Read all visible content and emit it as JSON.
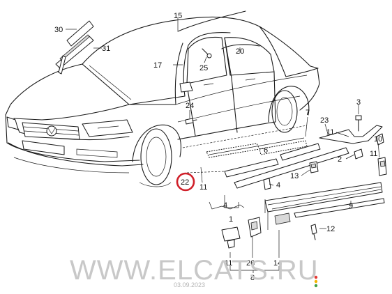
{
  "callouts": [
    {
      "id": "c30",
      "text": "30"
    },
    {
      "id": "c31",
      "text": "31"
    },
    {
      "id": "c15",
      "text": "15"
    },
    {
      "id": "c20",
      "text": "20"
    },
    {
      "id": "c17",
      "text": "17"
    },
    {
      "id": "c25",
      "text": "25"
    },
    {
      "id": "c24",
      "text": "24"
    },
    {
      "id": "c3",
      "text": "3"
    },
    {
      "id": "c7",
      "text": "7"
    },
    {
      "id": "c23",
      "text": "23"
    },
    {
      "id": "c11a",
      "text": "11"
    },
    {
      "id": "c10",
      "text": "10"
    },
    {
      "id": "c11b",
      "text": "11"
    },
    {
      "id": "c6",
      "text": "6"
    },
    {
      "id": "c2",
      "text": "2"
    },
    {
      "id": "c13",
      "text": "13"
    },
    {
      "id": "c22",
      "text": "22"
    },
    {
      "id": "c11c",
      "text": "11"
    },
    {
      "id": "c4a",
      "text": "4"
    },
    {
      "id": "c4b",
      "text": "4"
    },
    {
      "id": "c1",
      "text": "1"
    },
    {
      "id": "c9",
      "text": "9"
    },
    {
      "id": "c12",
      "text": "12"
    },
    {
      "id": "c11d",
      "text": "11"
    },
    {
      "id": "c26",
      "text": "26"
    },
    {
      "id": "c14",
      "text": "14"
    },
    {
      "id": "c8",
      "text": "8"
    }
  ],
  "highlighted_callout": "22",
  "highlight_color": "#d0202a",
  "watermark": "WWW.ELCATS.RU",
  "date": "03.09.2023",
  "status_dots": [
    "#e53935",
    "#f4b400",
    "#43a047"
  ]
}
